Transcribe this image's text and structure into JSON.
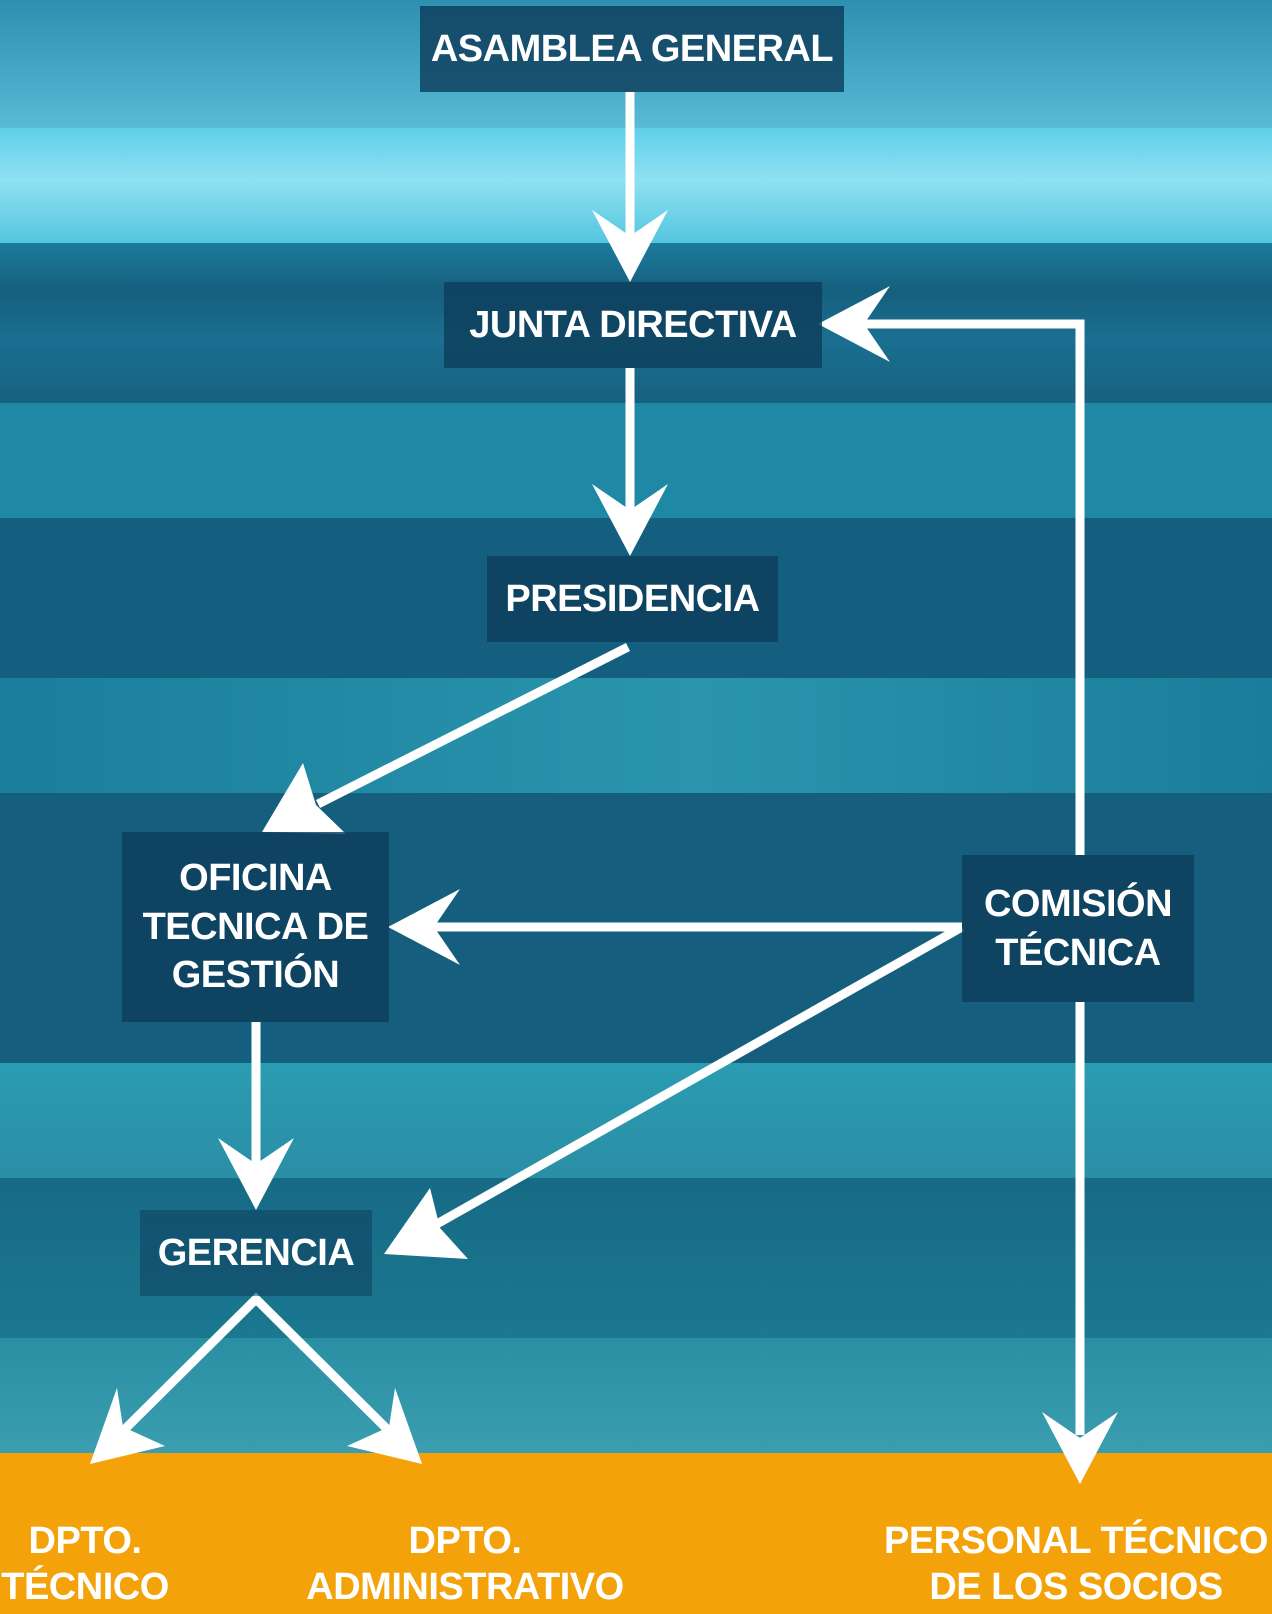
{
  "colors": {
    "box_fill": "#0e3e5c",
    "arrow": "#ffffff",
    "bottom_band": "#f4a20a",
    "label_text": "#ffffff"
  },
  "nodes": {
    "asamblea": {
      "line1": "ASAMBLEA GENERAL"
    },
    "junta": {
      "line1": "JUNTA DIRECTIVA"
    },
    "presidencia": {
      "line1": "PRESIDENCIA"
    },
    "oficina": {
      "line1": "OFICINA",
      "line2": "TECNICA DE",
      "line3": "GESTIÓN"
    },
    "comision": {
      "line1": "COMISIÓN",
      "line2": "TÉCNICA"
    },
    "gerencia": {
      "line1": "GERENCIA"
    },
    "dpto_tecnico": {
      "line1": "DPTO.",
      "line2": "TÉCNICO"
    },
    "dpto_admin": {
      "line1": "DPTO.",
      "line2": "ADMINISTRATIVO"
    },
    "personal": {
      "line1": "PERSONAL TÉCNICO",
      "line2": "DE LOS SOCIOS"
    }
  }
}
